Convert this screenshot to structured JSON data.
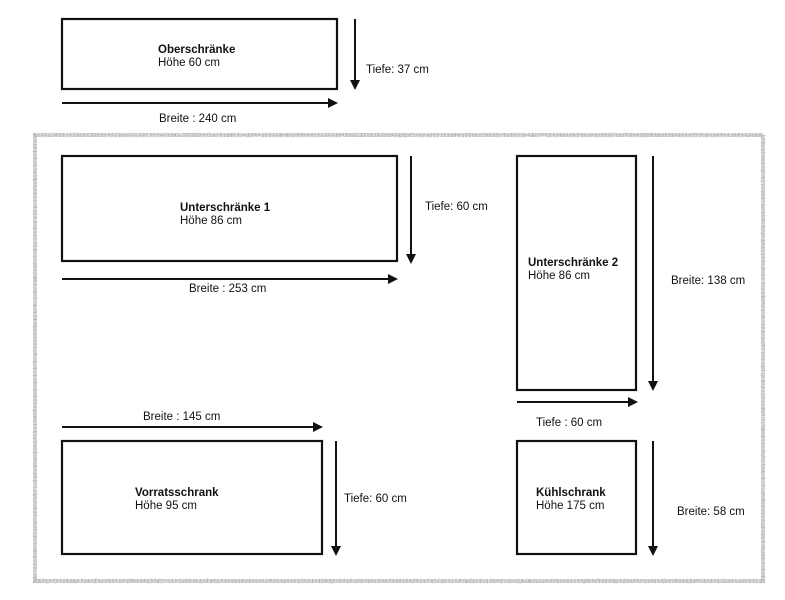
{
  "diagram": {
    "room_border_color": "#b8b8b8",
    "cabinets": [
      {
        "id": "oberschraenke",
        "name": "Oberschränke",
        "height_label": "Höhe 60 cm",
        "width_label": "Breite : 240 cm",
        "depth_label": "Tiefe: 37 cm",
        "width_cm": 240,
        "depth_cm": 37,
        "height_cm": 60
      },
      {
        "id": "unterschraenke-1",
        "name": "Unterschränke 1",
        "height_label": "Höhe 86 cm",
        "width_label": "Breite : 253 cm",
        "depth_label": "Tiefe: 60 cm",
        "width_cm": 253,
        "depth_cm": 60,
        "height_cm": 86
      },
      {
        "id": "unterschraenke-2",
        "name": "Unterschränke 2",
        "height_label": "Höhe 86 cm",
        "width_label": "Breite: 138 cm",
        "depth_label": "Tiefe : 60 cm",
        "width_cm": 138,
        "depth_cm": 60,
        "height_cm": 86
      },
      {
        "id": "vorratsschrank",
        "name": "Vorratsschrank",
        "height_label": "Höhe 95 cm",
        "width_label": "Breite : 145 cm",
        "depth_label": "Tiefe: 60 cm",
        "width_cm": 145,
        "depth_cm": 60,
        "height_cm": 95
      },
      {
        "id": "kuehlschrank",
        "name": "Kühlschrank",
        "height_label": "Höhe 175 cm",
        "width_label": "Breite: 58 cm",
        "width_cm": 58,
        "height_cm": 175
      }
    ]
  }
}
